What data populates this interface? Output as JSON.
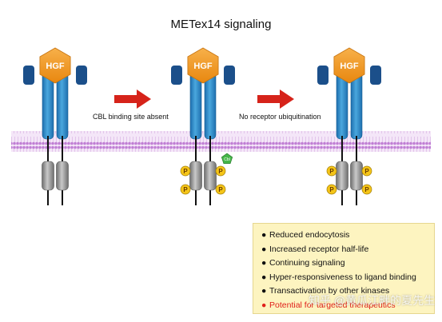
{
  "title": "METex14 signaling",
  "ligand_label": "HGF",
  "phospho_label": "P",
  "cbl_label": "Cbl",
  "steps": [
    {
      "label": "CBL binding site absent"
    },
    {
      "label": "No receptor ubiquitination"
    }
  ],
  "consequences": [
    {
      "text": "Reduced endocytosis",
      "highlight": false
    },
    {
      "text": "Increased receptor half-life",
      "highlight": false
    },
    {
      "text": "Continuing signaling",
      "highlight": false
    },
    {
      "text": "Hyper-responsiveness to ligand binding",
      "highlight": false
    },
    {
      "text": "Transactivation by other kinases",
      "highlight": false
    },
    {
      "text": "Potential for targeted therapeutics",
      "highlight": true
    }
  ],
  "watermark": "知乎 @黄瓜江畔的夏先生",
  "colors": {
    "membrane": "#c58ad8",
    "hgf": "#f39a1e",
    "receptor_blue": "#2f8fc9",
    "receptor_dark_blue": "#1b4f8a",
    "kinase_gray": "#9a9a9a",
    "arrow": "#d6231a",
    "phospho": "#f5c518",
    "cbl": "#46b649",
    "note_highlight": "#e0201b"
  }
}
